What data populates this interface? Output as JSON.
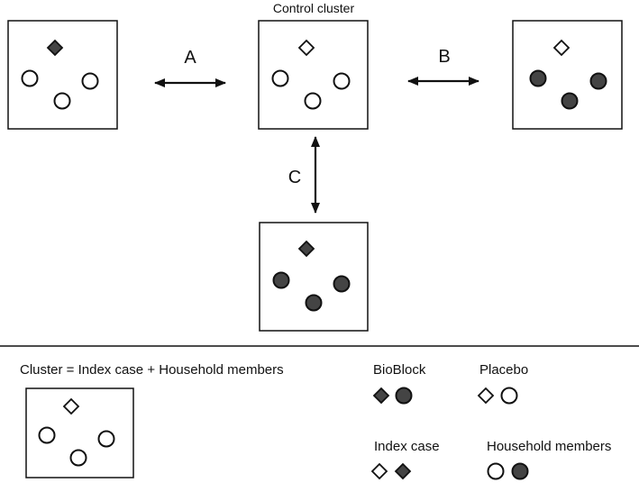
{
  "title": "Control cluster",
  "arrows": {
    "a": "A",
    "b": "B",
    "c": "C"
  },
  "legend": {
    "cluster_definition": "Cluster = Index case + Household members",
    "bioblock": "BioBlock",
    "placebo": "Placebo",
    "index_case": "Index case",
    "household_members": "Household members"
  },
  "colors": {
    "filled": "#444444",
    "empty": "#ffffff",
    "stroke": "#111111"
  },
  "clusters": {
    "left": {
      "index": "filled",
      "members": "empty"
    },
    "control": {
      "index": "empty",
      "members": "empty"
    },
    "right": {
      "index": "empty",
      "members": "filled"
    },
    "bottom": {
      "index": "filled",
      "members": "filled"
    },
    "legend": {
      "index": "empty",
      "members": "empty"
    }
  }
}
